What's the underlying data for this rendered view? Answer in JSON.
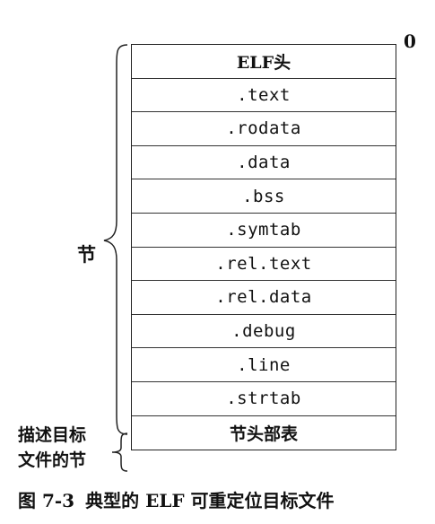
{
  "diagram": {
    "offset_label": "0",
    "rows": [
      {
        "label": "ELF头"
      },
      {
        "label": ".text"
      },
      {
        "label": ".rodata"
      },
      {
        "label": ".data"
      },
      {
        "label": ".bss"
      },
      {
        "label": ".symtab"
      },
      {
        "label": ".rel.text"
      },
      {
        "label": ".rel.data"
      },
      {
        "label": ".debug"
      },
      {
        "label": ".line"
      },
      {
        "label": ".strtab"
      },
      {
        "label": "节头部表"
      }
    ],
    "section_group_label": "节",
    "header_table_group_label_line1": "描述目标",
    "header_table_group_label_line2": "文件的节"
  },
  "caption": {
    "number": "图 7-3",
    "text": "典型的 ELF 可重定位目标文件"
  }
}
